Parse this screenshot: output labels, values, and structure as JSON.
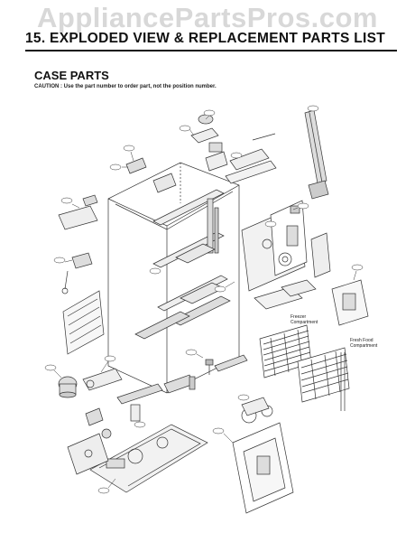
{
  "watermark": "AppliancePartsPros.com",
  "header": {
    "section_title": "15. EXPLODED VIEW & REPLACEMENT PARTS LIST",
    "subheading": "CASE PARTS",
    "caution": "CAUTION : Use the part number to order part, not the position number."
  },
  "diagram": {
    "compartment_labels": {
      "freezer": [
        "Freezer",
        "Compartment"
      ],
      "fresh_food": [
        "Fresh Food",
        "Compartment"
      ]
    }
  }
}
